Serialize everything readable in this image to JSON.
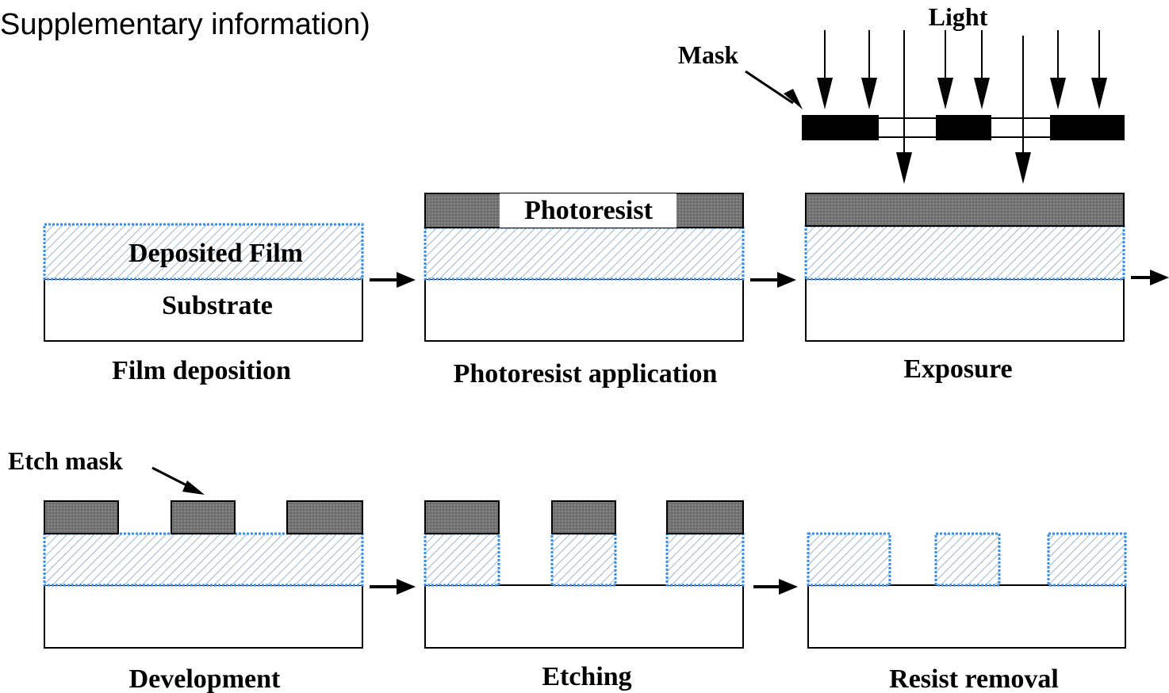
{
  "header": {
    "title": "Supplementary information)"
  },
  "labels": {
    "light": "Light",
    "mask": "Mask",
    "photoresist": "Photoresist",
    "deposited_film": "Deposited Film",
    "substrate": "Substrate",
    "etch_mask": "Etch mask"
  },
  "steps": [
    {
      "caption": "Film deposition"
    },
    {
      "caption": "Photoresist application"
    },
    {
      "caption": "Exposure"
    },
    {
      "caption": "Development"
    },
    {
      "caption": "Etching"
    },
    {
      "caption": "Resist removal"
    }
  ],
  "colors": {
    "film_border": "#3a8ee6",
    "film_hatch": "#9fb6c9",
    "photoresist": "#7a7a7a",
    "mask": "#000000",
    "outline": "#000000"
  }
}
